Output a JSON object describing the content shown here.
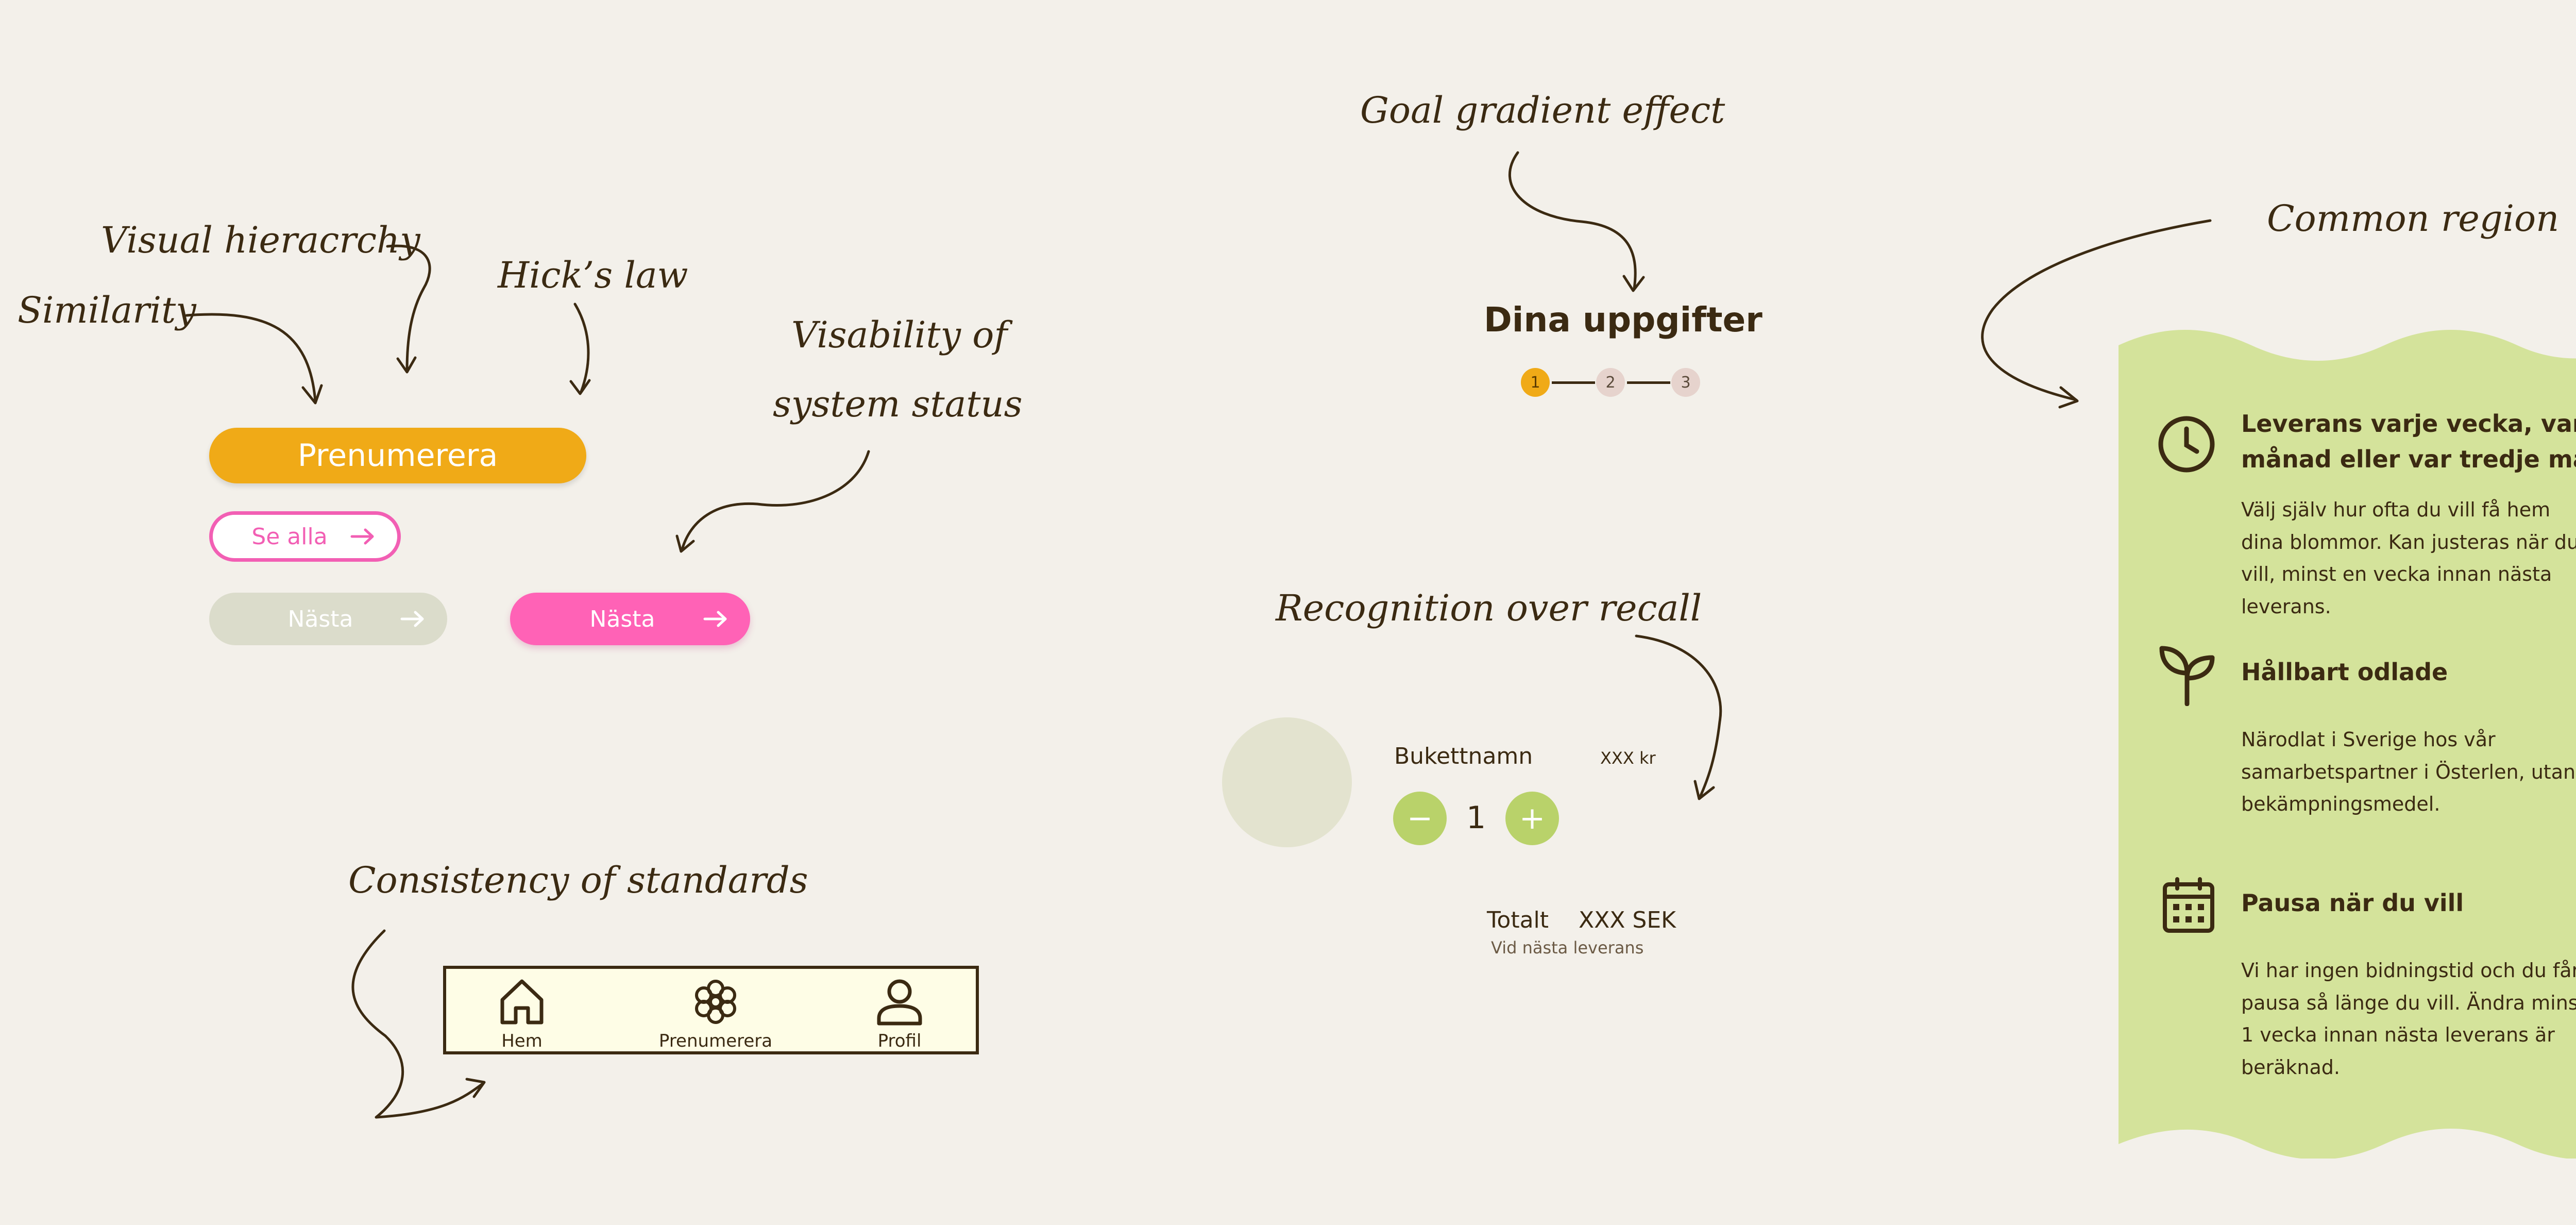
{
  "annotations": {
    "similarity": "Similarity",
    "visual_hierarchy": "Visual hieracrchy",
    "hicks_law": "Hick’s law",
    "visibility_line1": "Visability of",
    "visibility_line2": "system status",
    "goal_gradient": "Goal gradient effect",
    "common_region": "Common region",
    "recognition": "Recognition over recall",
    "consistency": "Consistency of standards"
  },
  "buttons": {
    "subscribe": "Prenumerera",
    "see_all": "Se alla",
    "next_disabled": "Nästa",
    "next": "Nästa",
    "arrow_icon": "arrow-right-icon"
  },
  "stepper": {
    "title": "Dina uppgifter",
    "steps": [
      "1",
      "2",
      "3"
    ],
    "active_step": 1,
    "active_color": "#f0aa17",
    "inactive_color": "#e6d3cd"
  },
  "product": {
    "name": "Bukettnamn",
    "price": "XXX kr",
    "quantity": "1",
    "minus": "−",
    "plus": "+",
    "total_label": "Totalt",
    "total_value": "XXX SEK",
    "total_note": "Vid nästa leverans"
  },
  "navbar": {
    "items": [
      {
        "label": "Hem",
        "icon": "home-icon"
      },
      {
        "label": "Prenumerera",
        "icon": "flower-icon"
      },
      {
        "label": "Profil",
        "icon": "profile-icon"
      }
    ]
  },
  "common_region": {
    "background": "#d4e39b",
    "items": [
      {
        "icon": "clock-icon",
        "title_lines": [
          "Leverans varje vecka, varje",
          "månad eller var tredje månad"
        ],
        "text_lines": [
          "Välj själv hur ofta du vill få hem",
          "dina blommor. Kan justeras när du",
          "vill, minst en vecka innan nästa",
          "leverans."
        ]
      },
      {
        "icon": "sprout-icon",
        "title_lines": [
          "Hållbart odlade"
        ],
        "text_lines": [
          "Närodlat i Sverige hos vår",
          "samarbetspartner i Österlen, utan",
          "bekämpningsmedel."
        ]
      },
      {
        "icon": "calendar-icon",
        "title_lines": [
          "Pausa när du vill"
        ],
        "text_lines": [
          "Vi har ingen bidningstid och du får",
          "pausa så länge du vill. Ändra minst",
          "1 vecka innan nästa leverans är",
          "beräknad."
        ]
      }
    ]
  },
  "colors": {
    "background": "#f3f0ea",
    "text": "#3b2a12",
    "primary": "#f0aa17",
    "pink": "#ff62b6",
    "green": "#b9d26a"
  }
}
